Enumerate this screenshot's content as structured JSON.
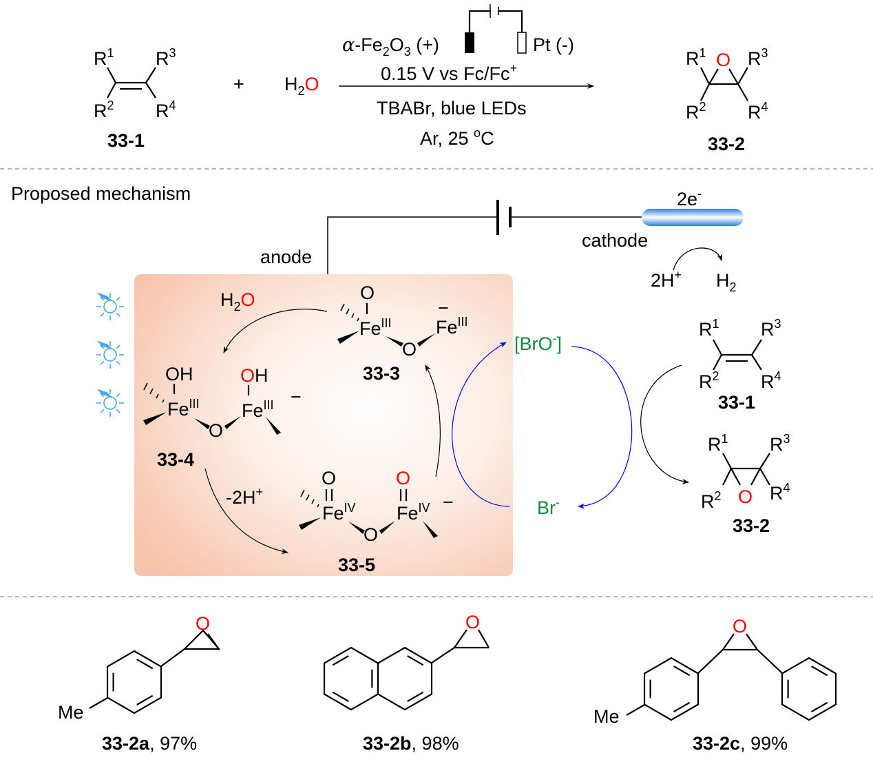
{
  "top": {
    "reactant": {
      "r1": [
        "R",
        "1"
      ],
      "r2": [
        "R",
        "2"
      ],
      "r3": [
        "R",
        "3"
      ],
      "r4": [
        "R",
        "4"
      ],
      "label": "33-1"
    },
    "plus": "+",
    "water": [
      "H",
      "2",
      "O"
    ],
    "conditions": {
      "anode": [
        "α",
        "-Fe",
        "2",
        "O",
        "3",
        " (+)"
      ],
      "cathode": "Pt (-)",
      "potential": [
        "0.15 V vs Fc/Fc",
        "+"
      ],
      "additives": "TBABr, blue LEDs",
      "atmosphere": [
        "Ar, 25 ",
        "o",
        "C"
      ]
    },
    "product": {
      "r1": [
        "R",
        "1"
      ],
      "r2": [
        "R",
        "2"
      ],
      "r3": [
        "R",
        "3"
      ],
      "r4": [
        "R",
        "4"
      ],
      "o": "O",
      "label": "33-2"
    }
  },
  "mechanism": {
    "title": "Proposed mechanism",
    "electrons": [
      "2e",
      "-"
    ],
    "cathode": "cathode",
    "anode": "anode",
    "protons": [
      "2H",
      "+"
    ],
    "hydrogen": [
      "H",
      "2"
    ],
    "water": [
      "H",
      "2",
      "O"
    ],
    "c3": {
      "o_top": "O",
      "fe1": [
        "Fe",
        "III"
      ],
      "o_bridge": "O",
      "fe2": [
        "Fe",
        "III"
      ],
      "charge": "−",
      "label": "33-3"
    },
    "c4": {
      "oh1": "OH",
      "oh2": [
        "O",
        "H"
      ],
      "fe1": [
        "Fe",
        "III"
      ],
      "o_bridge": "O",
      "fe2": [
        "Fe",
        "III"
      ],
      "charge": "−",
      "label": "33-4"
    },
    "c5": {
      "o1": "O",
      "o2": "O",
      "fe1": [
        "Fe",
        "IV"
      ],
      "o_bridge": "O",
      "fe2": [
        "Fe",
        "IV"
      ],
      "charge": "−",
      "label": "33-5"
    },
    "deprotonation": [
      "-2H",
      "+"
    ],
    "bro": [
      "[BrO",
      "-",
      "]"
    ],
    "br": [
      "Br",
      "-"
    ],
    "alkene": {
      "r1": [
        "R",
        "1"
      ],
      "r2": [
        "R",
        "2"
      ],
      "r3": [
        "R",
        "3"
      ],
      "r4": [
        "R",
        "4"
      ],
      "label": "33-1"
    },
    "epoxide": {
      "r1": [
        "R",
        "1"
      ],
      "r2": [
        "R",
        "2"
      ],
      "r3": [
        "R",
        "3"
      ],
      "r4": [
        "R",
        "4"
      ],
      "o": "O",
      "label": "33-2"
    }
  },
  "examples": [
    {
      "o": "O",
      "me": "Me",
      "label": "33-2a",
      "yield": ", 97%"
    },
    {
      "o": "O",
      "label": "33-2b",
      "yield": ", 98%"
    },
    {
      "o": "O",
      "me": "Me",
      "label": "33-2c",
      "yield": ", 99%"
    }
  ],
  "colors": {
    "heteroatom": "#ff0000",
    "bromine": "#168a3a",
    "cycle": "#0000ff",
    "light": "#4aa3e8",
    "panel": "#f9c6b0"
  }
}
